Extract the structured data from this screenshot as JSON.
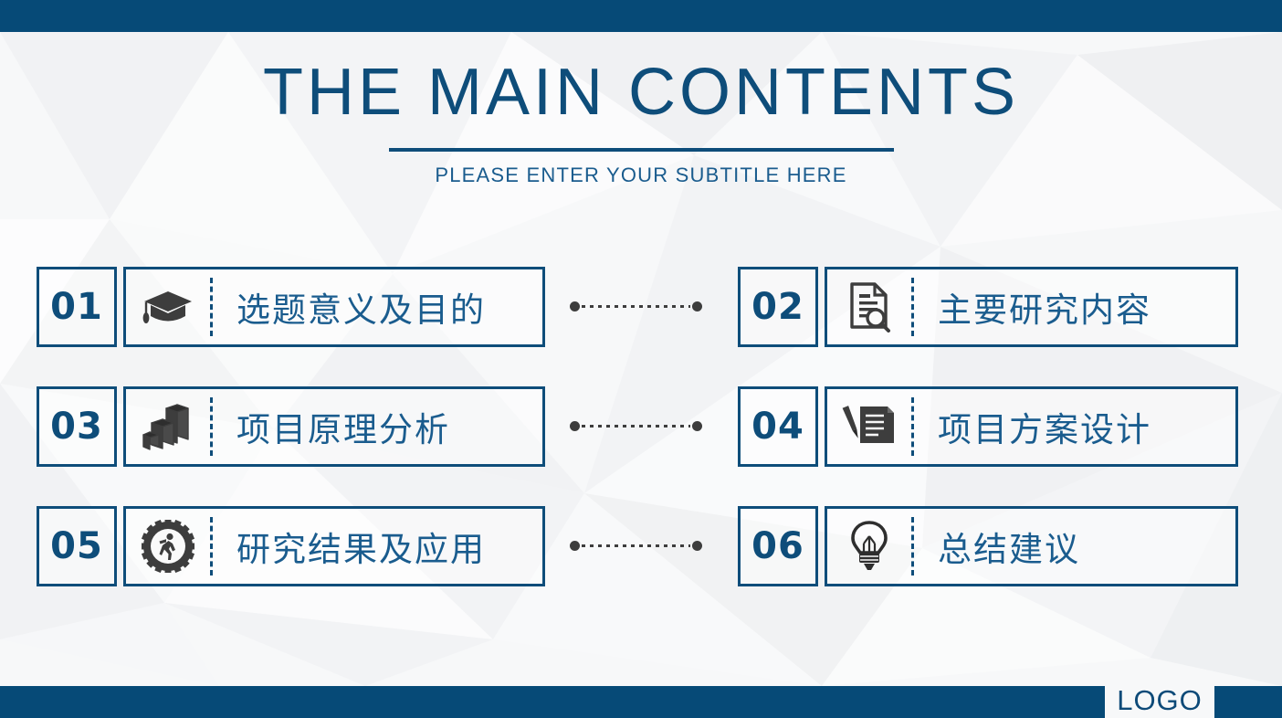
{
  "header": {
    "title": "THE MAIN CONTENTS",
    "subtitle": "PLEASE ENTER YOUR  SUBTITLE HERE"
  },
  "footer": {
    "logo": "LOGO"
  },
  "colors": {
    "brand_blue": "#064a77",
    "accent_blue": "#0e4d7a",
    "text_blue": "#1a5c8e",
    "icon_dark": "#3d3d3d",
    "background": "#f7f8f9"
  },
  "contents": {
    "items": [
      {
        "number": "01",
        "label": "选题意义及目的",
        "icon": "graduation-cap-icon",
        "column": "left",
        "row": 0
      },
      {
        "number": "02",
        "label": "主要研究内容",
        "icon": "document-search-icon",
        "column": "right",
        "row": 0
      },
      {
        "number": "03",
        "label": "项目原理分析",
        "icon": "bar-chart-3d-icon",
        "column": "left",
        "row": 1
      },
      {
        "number": "04",
        "label": "项目方案设计",
        "icon": "pen-document-icon",
        "column": "right",
        "row": 1
      },
      {
        "number": "05",
        "label": "研究结果及应用",
        "icon": "gear-person-icon",
        "column": "left",
        "row": 2
      },
      {
        "number": "06",
        "label": "总结建议",
        "icon": "lightbulb-icon",
        "column": "right",
        "row": 2
      }
    ],
    "connectors": [
      {
        "row": 0,
        "style": "dotted-line"
      },
      {
        "row": 1,
        "style": "dotted-line"
      },
      {
        "row": 2,
        "style": "dotted-line"
      }
    ]
  }
}
